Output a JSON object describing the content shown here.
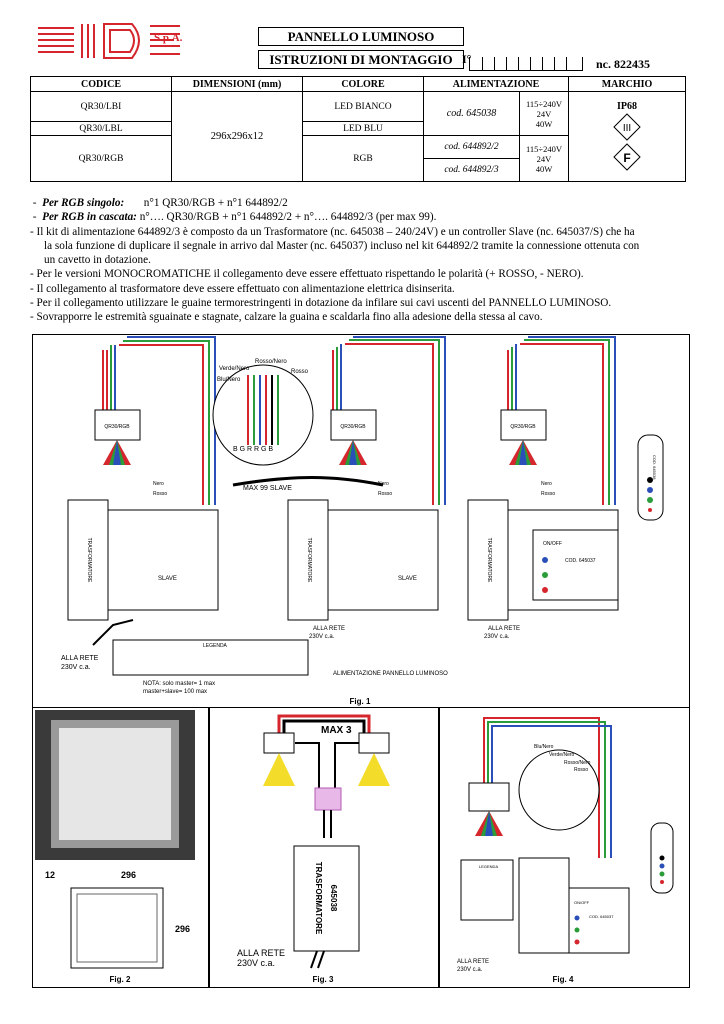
{
  "header": {
    "logo_text": "SIDE",
    "logo_suffix": "S.p.A.",
    "title": "PANNELLO LUMINOSO",
    "subtitle": "ISTRUZIONI DI MONTAGGIO",
    "code_start": "I°",
    "doc_number": "nc. 822435",
    "brand_color": "#d4262c"
  },
  "table": {
    "headers": [
      "CODICE",
      "DIMENSIONI (mm)",
      "COLORE",
      "ALIMENTAZIONE",
      "MARCHIO"
    ],
    "rows": [
      {
        "codice": "QR30/LBI",
        "colore": "LED BIANCO"
      },
      {
        "codice": "QR30/LBL",
        "colore": "LED BLU"
      },
      {
        "codice": "QR30/RGB",
        "colore": "RGB"
      }
    ],
    "dimensions": "296x296x12",
    "power_codes": [
      "cod. 645038",
      "cod. 644892/2",
      "cod. 644892/3"
    ],
    "power_spec_1": [
      "115÷240V",
      "24V",
      "40W"
    ],
    "power_spec_2": [
      "115÷240V",
      "24V",
      "40W"
    ],
    "marks": [
      "IP68",
      "III",
      "F"
    ]
  },
  "notes": {
    "rgb_single_label": "Per RGB singolo:",
    "rgb_single_value": "n°1 QR30/RGB + n°1 644892/2",
    "rgb_cascade_label": "Per RGB in cascata:",
    "rgb_cascade_value": "n°…. QR30/RGB + n°1 644892/2 +  n°…. 644892/3 (per max 99).",
    "kit_line1": "- Il kit di alimentazione 644892/3 è composto da un Trasformatore (nc. 645038 – 240/24V) e un controller Slave (nc. 645037/S) che ha",
    "kit_line2": "la sola funzione di duplicare il segnale in arrivo dal Master (nc. 645037) incluso nel kit 644892/2 tramite la connessione ottenuta con",
    "kit_line3": "un cavetto in dotazione.",
    "mono": "- Per le versioni MONOCROMATICHE il collegamento deve essere effettuato rispettando le polarità (+ ROSSO, - NERO).",
    "transformer": "- Il collegamento al trasformatore deve essere effettuato con alimentazione elettrica disinserita.",
    "heatshrink": "- Per il collegamento utilizzare le guaine termorestringenti in dotazione da infilare sui cavi uscenti del PANNELLO LUMINOSO.",
    "overlap": "- Sovrapporre le estremità sguainate e stagnate, calzare la guaina e scaldarla fino alla adesione della stessa al cavo."
  },
  "fig1": {
    "caption": "Fig. 1",
    "wire_labels": [
      "Rosso/Nero",
      "Verde/Nero",
      "Rosso",
      "Blu/Nero"
    ],
    "terminal_letters": "B G R R G B",
    "max_slave": "MAX 99 SLAVE",
    "panel_label": "QR30/RGB",
    "slave_label": "SLAVE",
    "trasformatore": "TRASFORMATORE",
    "alla_rete": "ALLA RETE",
    "volt": "230V c.a.",
    "nero": "Nero",
    "rosso": "Rosso",
    "legenda": "LEGENDA",
    "nota1": "NOTA: solo master= 1 max",
    "nota2": "master+slave= 100 max",
    "alimentazione": "ALIMENTAZIONE PANNELLO LUMINOSO",
    "on_off": "ON/OFF",
    "master_code": "COD. 645037",
    "remote_code": "COD. 645038"
  },
  "fig2": {
    "caption": "Fig. 2",
    "dim_thickness": "12",
    "dim_width": "296",
    "dim_height": "296"
  },
  "fig3": {
    "caption": "Fig. 3",
    "max": "MAX 3",
    "trasformatore": "TRASFORMATORE",
    "code": "645038",
    "alla_rete": "ALLA RETE",
    "volt": "230V c.a."
  },
  "fig4": {
    "caption": "Fig. 4",
    "wire_labels": [
      "Blu/Nero",
      "Verde/Nero",
      "Rosso/Nero",
      "Rosso"
    ],
    "on_off": "ON/OFF",
    "code": "COD. 645037",
    "alla_rete": "ALLA RETE",
    "volt": "230V c.a.",
    "legenda": "LEGENDA"
  }
}
